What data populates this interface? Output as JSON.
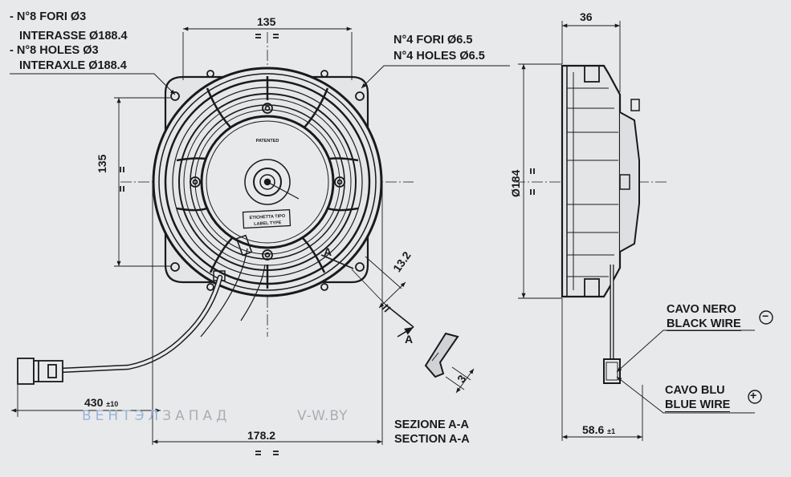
{
  "notes": {
    "holes_it": "- N°8 FORI Ø3",
    "interasse": "INTERASSE Ø188.4",
    "holes_en": "- N°8 HOLES Ø3",
    "interaxle": "INTERAXLE Ø188.4",
    "fori4": "N°4 FORI Ø6.5",
    "holes4": "N°4 HOLES Ø6.5"
  },
  "dimensions": {
    "width_top": "135",
    "height_left": "135",
    "depth_top": "36",
    "diameter": "Ø184",
    "offset": "13.2",
    "cable": "430",
    "cable_tol": "±10",
    "bottom_width": "178.2",
    "side_depth": "58.6",
    "side_tol": "±1",
    "section_thk": "3",
    "equal_sign": "= ="
  },
  "section": {
    "mark_a": "A",
    "title_it": "SEZIONE A-A",
    "title_en": "SECTION A-A"
  },
  "wires": {
    "black_it": "CAVO NERO",
    "black_en": "BLACK WIRE",
    "black_sign": "−",
    "blue_it": "CAVO BLU",
    "blue_en": "BLUE WIRE",
    "blue_sign": "+"
  },
  "hub_labels": {
    "patented": "PATENTED",
    "label_it": "ETICHETTA TIPO",
    "label_en": "LABEL TYPE"
  },
  "watermark": {
    "left_a": "ВЕНТЭЛ",
    "left_b": "ЗАПАД",
    "right": "V-W.BY"
  },
  "colors": {
    "background": "#e8e9eb",
    "ink": "#1a1a1a",
    "watermark_blue": "#9ab4d6",
    "watermark_grey": "#a9aeb5"
  }
}
